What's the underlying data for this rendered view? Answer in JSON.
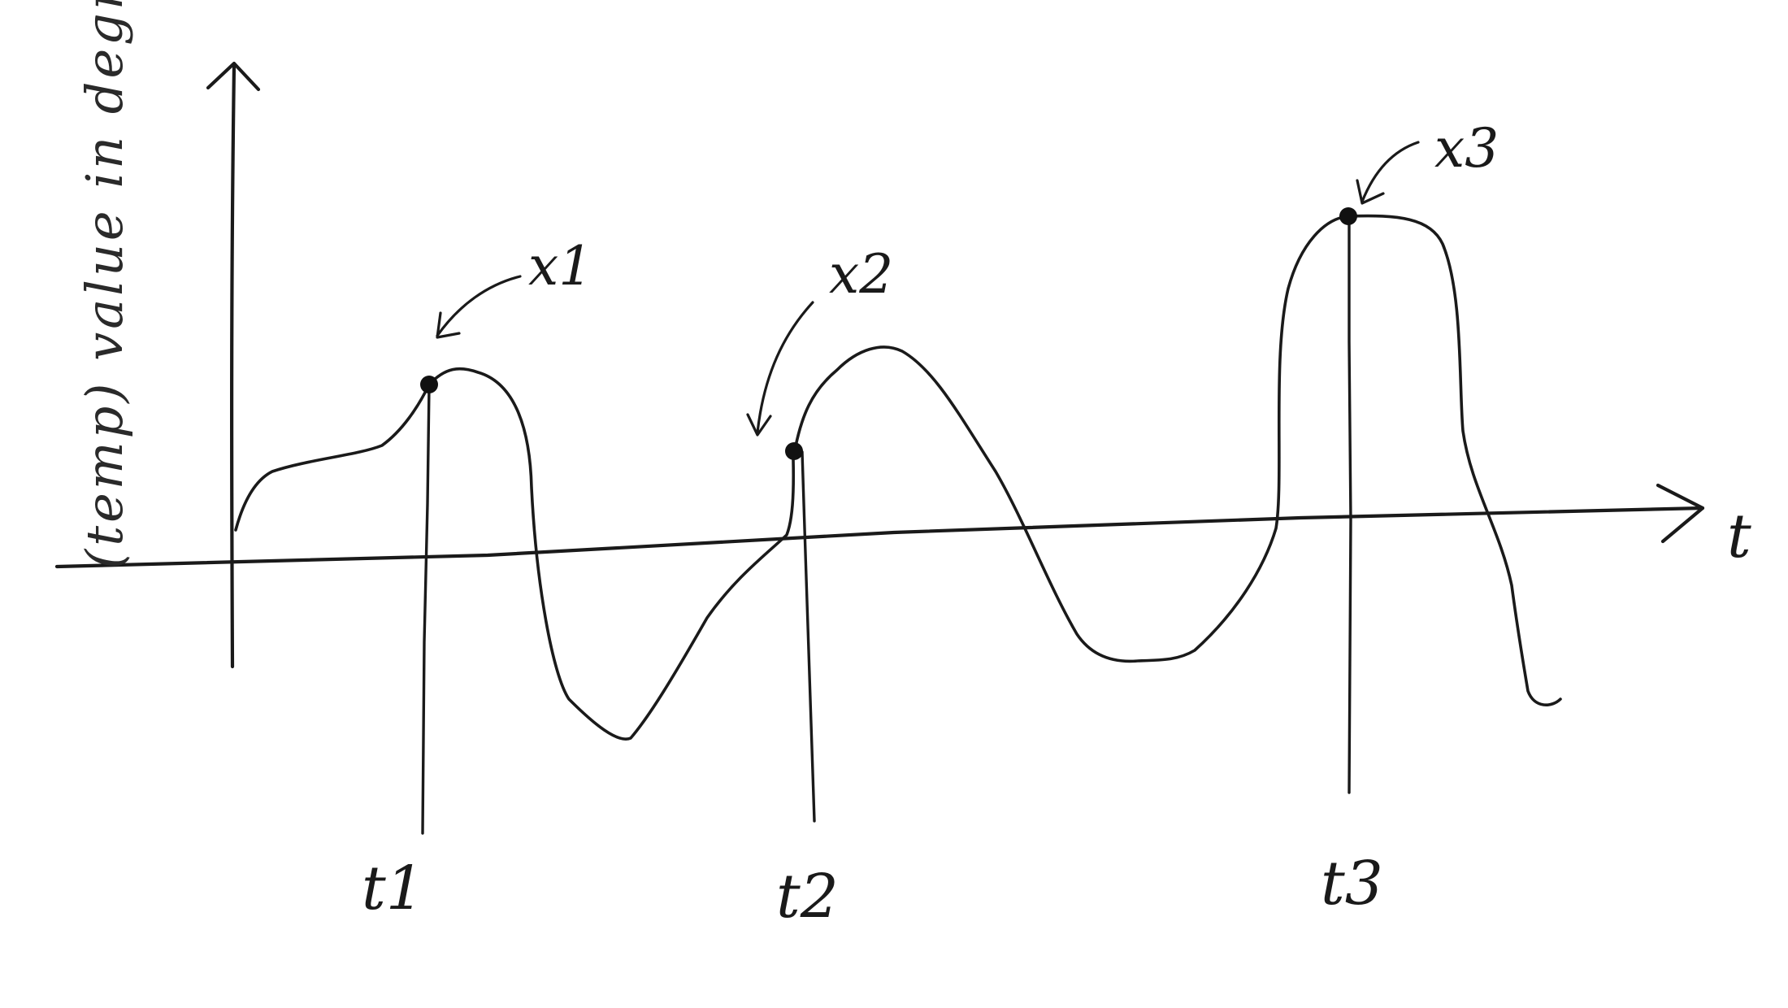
{
  "diagram": {
    "axes": {
      "y_label": "(temp) value in degree",
      "x_label": "t"
    },
    "points": [
      {
        "label": "x1",
        "time_label": "t1"
      },
      {
        "label": "x2",
        "time_label": "t2"
      },
      {
        "label": "x3",
        "time_label": "t3"
      }
    ]
  }
}
